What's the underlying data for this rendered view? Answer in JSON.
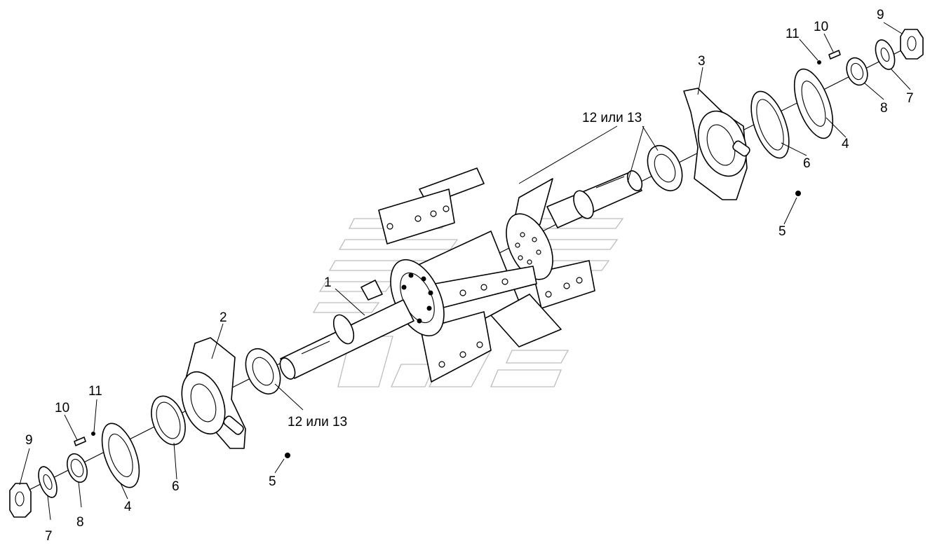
{
  "callouts": [
    {
      "id": "c1",
      "text": "1"
    },
    {
      "id": "c2",
      "text": "2"
    },
    {
      "id": "c3",
      "text": "3"
    },
    {
      "id": "c4-left",
      "text": "4"
    },
    {
      "id": "c4-right",
      "text": "4"
    },
    {
      "id": "c5-left",
      "text": "5"
    },
    {
      "id": "c5-right",
      "text": "5"
    },
    {
      "id": "c6-left",
      "text": "6"
    },
    {
      "id": "c6-right",
      "text": "6"
    },
    {
      "id": "c7-left",
      "text": "7"
    },
    {
      "id": "c7-right",
      "text": "7"
    },
    {
      "id": "c8-left",
      "text": "8"
    },
    {
      "id": "c8-right",
      "text": "8"
    },
    {
      "id": "c9-left",
      "text": "9"
    },
    {
      "id": "c9-right",
      "text": "9"
    },
    {
      "id": "c10-left",
      "text": "10"
    },
    {
      "id": "c10-right",
      "text": "10"
    },
    {
      "id": "c11-left",
      "text": "11"
    },
    {
      "id": "c11-right",
      "text": "11"
    },
    {
      "id": "c12-left",
      "text": "12 или 13"
    },
    {
      "id": "c12-right",
      "text": "12 или 13"
    }
  ],
  "colors": {
    "line": "#000000",
    "background": "#ffffff",
    "watermark": "#bdbdbd"
  }
}
